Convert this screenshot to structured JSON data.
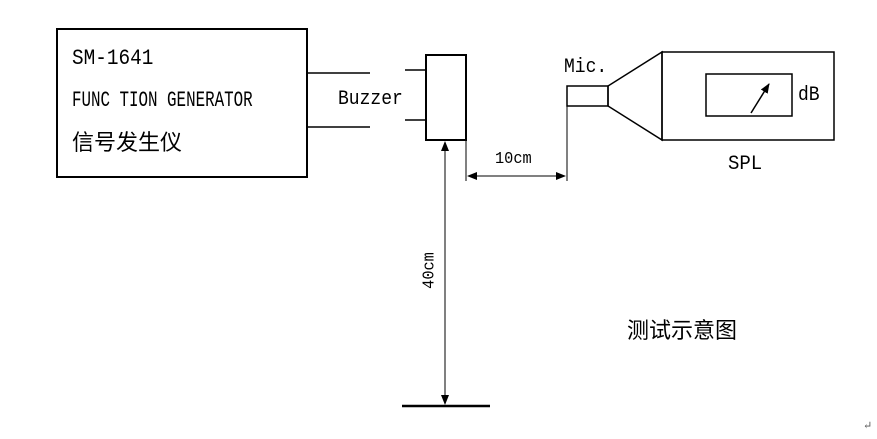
{
  "generator": {
    "model": "SM-1641",
    "name": "FUNC TION GENERATOR",
    "name_cn": "信号发生仪"
  },
  "buzzer": {
    "label": "Buzzer"
  },
  "mic": {
    "label": "Mic."
  },
  "meter": {
    "unit": "dB",
    "label": "SPL"
  },
  "dimensions": {
    "horizontal": "10cm",
    "vertical": "40cm"
  },
  "caption": "测试示意图",
  "paragraph_mark": "↵",
  "colors": {
    "line": "#000000",
    "background": "#ffffff"
  }
}
